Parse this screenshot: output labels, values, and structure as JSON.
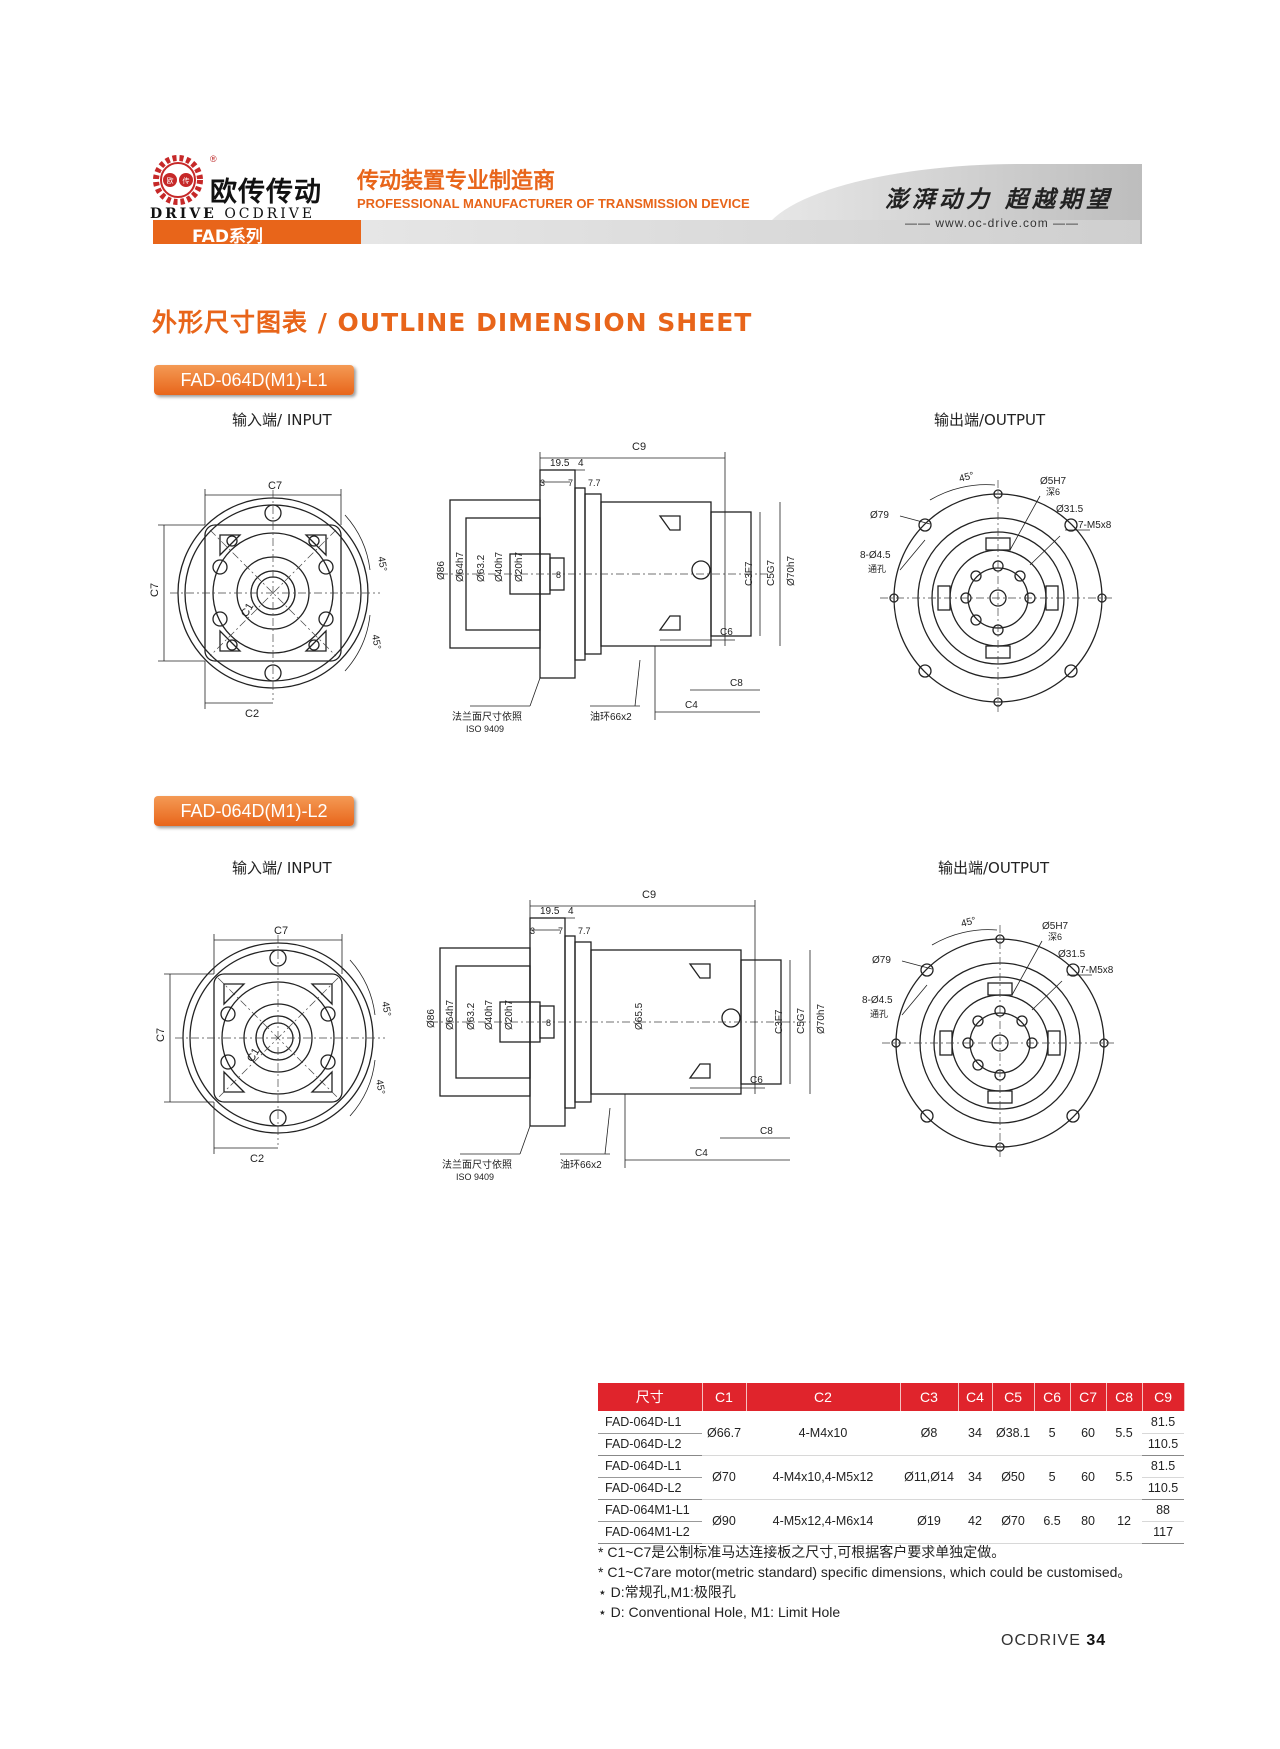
{
  "header": {
    "brand_cn": "欧传传动",
    "brand_en_left": "DRIVE",
    "brand_en_right": "OCDRIVE",
    "registered": "®",
    "logo_char_1": "欧",
    "logo_char_2": "传",
    "tagline_cn": "传动装置专业制造商",
    "tagline_en": "PROFESSIONAL MANUFACTURER OF TRANSMISSION DEVICE",
    "series": "FAD系列",
    "slogan": "澎湃动力 超越期望",
    "website": "—— www.oc-drive.com ——",
    "accent_color": "#e8651a"
  },
  "section_title": "外形尺寸图表 / OUTLINE DIMENSION SHEET",
  "models": [
    {
      "name": "FAD-064D(M1)-L1",
      "input_label": "输入端/ INPUT",
      "output_label": "输出端/OUTPUT"
    },
    {
      "name": "FAD-064D(M1)-L2",
      "input_label": "输入端/ INPUT",
      "output_label": "输出端/OUTPUT"
    }
  ],
  "drawing_labels": {
    "c1": "C1",
    "c2": "C2",
    "c3": "C3F7",
    "c4": "C4",
    "c5": "C5G7",
    "c6": "C6",
    "c7": "C7",
    "c8": "C8",
    "c9": "C9",
    "deg45": "45°",
    "d19_5": "19.5",
    "d4": "4",
    "d3": "3",
    "d7": "7",
    "d7_7": "7.7",
    "d86": "Ø86",
    "d64": "Ø64h7",
    "d63_2": "Ø63.2",
    "d40": "Ø40h7",
    "d20": "Ø20h7",
    "d8": "8",
    "d70": "Ø70h7",
    "d65_5": "Ø65.5",
    "flange_note": "法兰面尺寸依照",
    "iso_note": "ISO 9409",
    "oil_ring": "油环66x2",
    "d5h7": "Ø5H7",
    "deep6": "深6",
    "d31_5": "Ø31.5",
    "m5": "7-M5x8",
    "d79": "Ø79",
    "holes": "8-Ø4.5",
    "through": "通孔"
  },
  "table": {
    "headers": [
      "尺寸",
      "C1",
      "C2",
      "C3",
      "C4",
      "C5",
      "C6",
      "C7",
      "C8",
      "C9"
    ],
    "groups": [
      {
        "models": [
          "FAD-064D-L1",
          "FAD-064D-L2"
        ],
        "c1": "Ø66.7",
        "c2": "4-M4x10",
        "c3": "Ø8",
        "c4": "34",
        "c5": "Ø38.1",
        "c6": "5",
        "c7": "60",
        "c8": "5.5",
        "c9": [
          "81.5",
          "110.5"
        ]
      },
      {
        "models": [
          "FAD-064D-L1",
          "FAD-064D-L2"
        ],
        "c1": "Ø70",
        "c2": "4-M4x10,4-M5x12",
        "c3": "Ø11,Ø14",
        "c4": "34",
        "c5": "Ø50",
        "c6": "5",
        "c7": "60",
        "c8": "5.5",
        "c9": [
          "81.5",
          "110.5"
        ]
      },
      {
        "models": [
          "FAD-064M1-L1",
          "FAD-064M1-L2"
        ],
        "c1": "Ø90",
        "c2": "4-M5x12,4-M6x14",
        "c3": "Ø19",
        "c4": "42",
        "c5": "Ø70",
        "c6": "6.5",
        "c7": "80",
        "c8": "12",
        "c9": [
          "88",
          "117"
        ]
      }
    ],
    "header_color": "#e0242c"
  },
  "notes": [
    "* C1~C7是公制标准马达连接板之尺寸,可根据客户要求单独定做。",
    "* C1~C7are motor(metric standard)  specific dimensions, which could be customised。",
    "⋆ D:常规孔,M1:极限孔",
    "⋆ D: Conventional Hole, M1: Limit Hole"
  ],
  "footer": {
    "brand": "OCDRIVE",
    "page": "34"
  }
}
